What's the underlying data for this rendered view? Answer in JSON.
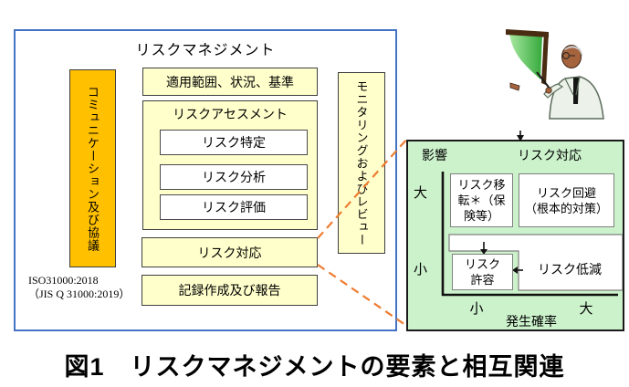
{
  "caption": {
    "text": "図1　リスクマネジメントの要素と相互関連"
  },
  "main_diagram": {
    "title": "リスクマネジメント",
    "communication": "コミュニケーション及び協議",
    "scope": "適用範囲、状況、基準",
    "assessment": {
      "label": "リスクアセスメント",
      "items": [
        "リスク特定",
        "リスク分析",
        "リスク評価"
      ]
    },
    "treatment": "リスク対応",
    "recording": "記録作成及び報告",
    "monitoring": "モニタリングおよびレビュー",
    "standard": {
      "line1": "ISO31000:2018",
      "line2": "（JIS Q 31000:2019）"
    }
  },
  "matrix": {
    "impact": "影響",
    "title": "リスク対応",
    "y_high": "大",
    "y_low": "小",
    "transfer": "リスク移\n転＊（保\n険等）",
    "avoidance": "リスク回避\n（根本的対策）",
    "acceptance": "リスク\n許容",
    "reduction": "リスク低減",
    "x_low": "小",
    "x_high": "大",
    "x_label": "発生確率"
  },
  "icons": {
    "presenter": "presenter-with-green-board-clipart",
    "zoom_callout": "dashed-magnify-lines",
    "pointer_arrow": "small-down-arrow"
  },
  "colors": {
    "frame_blue": "#4472C4",
    "box_yellow": "#FFFFCC",
    "communication_orange": "#FFC000",
    "matrix_green": "#CCF2CC",
    "callout_dash_orange": "#ED7D31"
  }
}
